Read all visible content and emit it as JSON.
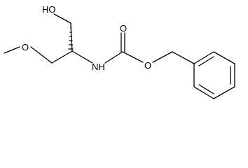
{
  "molecule": {
    "atoms": {
      "hydroxyl": "HO",
      "ether_oxygen": "O",
      "amine": "NH",
      "carbonyl_oxygen": "O",
      "ester_oxygen": "O"
    }
  }
}
